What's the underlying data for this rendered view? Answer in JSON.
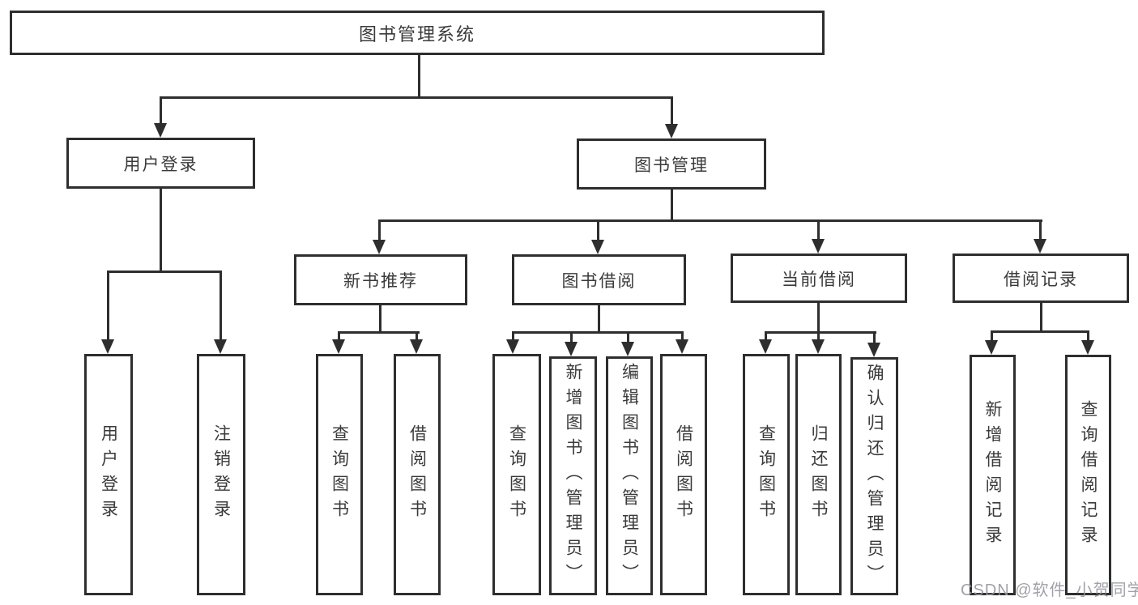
{
  "diagram": {
    "title": "图书管理系统",
    "root": {
      "label": "图书管理系统"
    },
    "level2": [
      {
        "label": "用户登录"
      },
      {
        "label": "图书管理"
      }
    ],
    "level3": [
      {
        "label": "新书推荐"
      },
      {
        "label": "图书借阅"
      },
      {
        "label": "当前借阅"
      },
      {
        "label": "借阅记录"
      }
    ],
    "leaves": {
      "user_login": [
        "用户登录",
        "注销登录"
      ],
      "new_book": [
        "查询图书",
        "借阅图书"
      ],
      "book_borrow": [
        "查询图书",
        "新增图书（管理员）",
        "编辑图书（管理员）",
        "借阅图书"
      ],
      "current_borrow": [
        "查询图书",
        "归还图书",
        "确认归还（管理员）"
      ],
      "borrow_record": [
        "新增借阅记录",
        "查询借阅记录"
      ]
    }
  },
  "watermark": {
    "text": "CSDN @软件_小贺同学",
    "color": "#96989e"
  },
  "colors": {
    "line": "#2e2e2e",
    "text": "#3a3a3a",
    "background": "#ffffff"
  }
}
